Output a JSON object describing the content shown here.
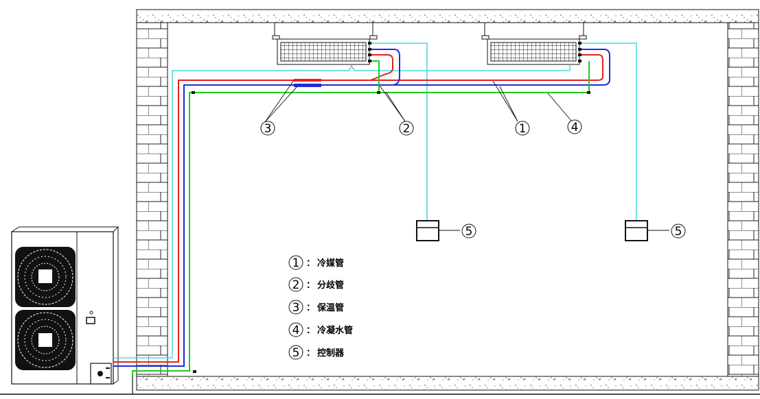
{
  "colors": {
    "refrigerant_liquid": "#e8201e",
    "refrigerant_gas": "#1f2cd6",
    "condensate": "#1fcc1f",
    "control_wire": "#2ad0e0",
    "outline": "#111111"
  },
  "callouts": {
    "insulation": "3",
    "branch": "2",
    "refrigerant": "1",
    "condensate": "4",
    "controller_left": "5",
    "controller_right": "5"
  },
  "legend": [
    {
      "num": "1",
      "sep": "：",
      "label": "冷媒管"
    },
    {
      "num": "2",
      "sep": "：",
      "label": "分歧管"
    },
    {
      "num": "3",
      "sep": "：",
      "label": "保温管"
    },
    {
      "num": "4",
      "sep": "：",
      "label": "冷凝水管"
    },
    {
      "num": "5",
      "sep": "：",
      "label": "控制器"
    }
  ]
}
